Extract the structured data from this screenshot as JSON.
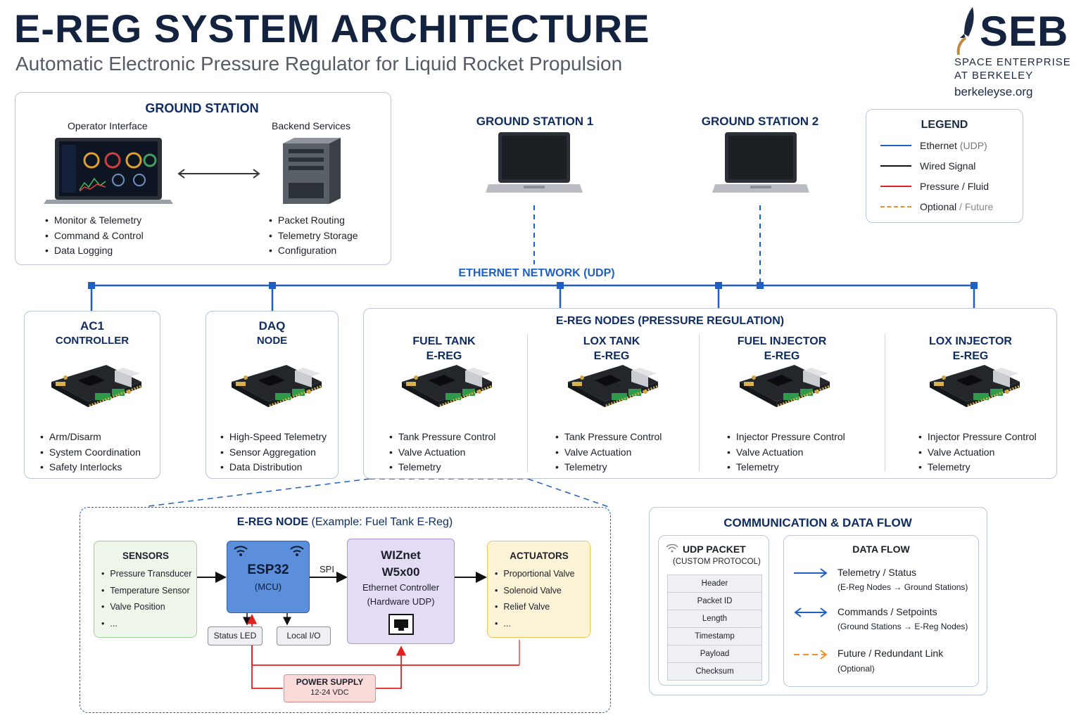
{
  "header": {
    "title": "E-REG SYSTEM ARCHITECTURE",
    "subtitle": "Automatic Electronic Pressure Regulator for Liquid Rocket Propulsion"
  },
  "brand": {
    "logo_text": "SEB",
    "org_line1": "SPACE ENTERPRISE",
    "org_line2": "AT BERKELEY",
    "url": "berkeleyse.org"
  },
  "ground_station": {
    "title": "GROUND STATION",
    "operator_label": "Operator Interface",
    "backend_label": "Backend Services",
    "operator_items": [
      "Monitor & Telemetry",
      "Command & Control",
      "Data Logging"
    ],
    "backend_items": [
      "Packet Routing",
      "Telemetry Storage",
      "Configuration"
    ]
  },
  "stations": {
    "gs1": "GROUND STATION 1",
    "gs2": "GROUND STATION 2"
  },
  "network": {
    "label": "ETHERNET NETWORK (UDP)"
  },
  "legend": {
    "title": "LEGEND",
    "items": [
      {
        "label": "Ethernet",
        "suffix": " (UDP)",
        "color": "#1f5fc4",
        "style": "solid"
      },
      {
        "label": "Wired Signal",
        "suffix": "",
        "color": "#111111",
        "style": "solid"
      },
      {
        "label": "Pressure / Fluid",
        "suffix": "",
        "color": "#e02020",
        "style": "solid"
      },
      {
        "label": "Optional",
        "suffix": " / Future",
        "color": "#f0922c",
        "style": "dashed"
      }
    ]
  },
  "nodes": {
    "ac1": {
      "line1": "AC1",
      "line2": "CONTROLLER",
      "items": [
        "Arm/Disarm",
        "System Coordination",
        "Safety Interlocks"
      ]
    },
    "daq": {
      "line1": "DAQ",
      "line2": "NODE",
      "items": [
        "High-Speed Telemetry",
        "Sensor Aggregation",
        "Data Distribution"
      ]
    }
  },
  "ereg": {
    "title": "E-REG NODES (PRESSURE REGULATION)",
    "nodes": [
      {
        "line1": "FUEL TANK",
        "line2": "E-REG",
        "items": [
          "Tank Pressure Control",
          "Valve Actuation",
          "Telemetry"
        ]
      },
      {
        "line1": "LOX TANK",
        "line2": "E-REG",
        "items": [
          "Tank Pressure Control",
          "Valve Actuation",
          "Telemetry"
        ]
      },
      {
        "line1": "FUEL INJECTOR",
        "line2": "E-REG",
        "items": [
          "Injector Pressure Control",
          "Valve Actuation",
          "Telemetry"
        ]
      },
      {
        "line1": "LOX INJECTOR",
        "line2": "E-REG",
        "items": [
          "Injector Pressure Control",
          "Valve Actuation",
          "Telemetry"
        ]
      }
    ]
  },
  "detail": {
    "title_bold": "E-REG NODE",
    "title_rest": " (Example: Fuel Tank E-Reg)",
    "sensors": {
      "title": "SENSORS",
      "items": [
        "Pressure Transducer",
        "Temperature Sensor",
        "Valve Position",
        "..."
      ]
    },
    "mcu": {
      "name": "ESP32",
      "sub": "(MCU)"
    },
    "spi_label": "SPI",
    "eth": {
      "line1": "WIZnet",
      "line2": "W5x00",
      "line3": "Ethernet Controller",
      "line4": "(Hardware UDP)"
    },
    "actuators": {
      "title": "ACTUATORS",
      "items": [
        "Proportional Valve",
        "Solenoid Valve",
        "Relief Valve",
        "..."
      ]
    },
    "status_led": "Status LED",
    "local_io": "Local I/O",
    "power": {
      "line1": "POWER SUPPLY",
      "line2": "12-24 VDC"
    }
  },
  "comm": {
    "title": "COMMUNICATION & DATA FLOW",
    "packet": {
      "title": "UDP PACKET",
      "sub": "(CUSTOM PROTOCOL)",
      "fields": [
        "Header",
        "Packet ID",
        "Length",
        "Timestamp",
        "Payload",
        "Checksum"
      ]
    },
    "flow": {
      "title": "DATA FLOW",
      "items": [
        {
          "label": "Telemetry / Status",
          "sub": "(E-Reg Nodes → Ground Stations)"
        },
        {
          "label": "Commands / Setpoints",
          "sub": "(Ground Stations → E-Reg Nodes)"
        },
        {
          "label": "Future / Redundant Link",
          "sub": "(Optional)"
        }
      ]
    }
  },
  "colors": {
    "ethernet": "#1f5fc4",
    "wired": "#111111",
    "pressure": "#e02020",
    "optional": "#f0922c",
    "navy": "#0f2d63"
  }
}
